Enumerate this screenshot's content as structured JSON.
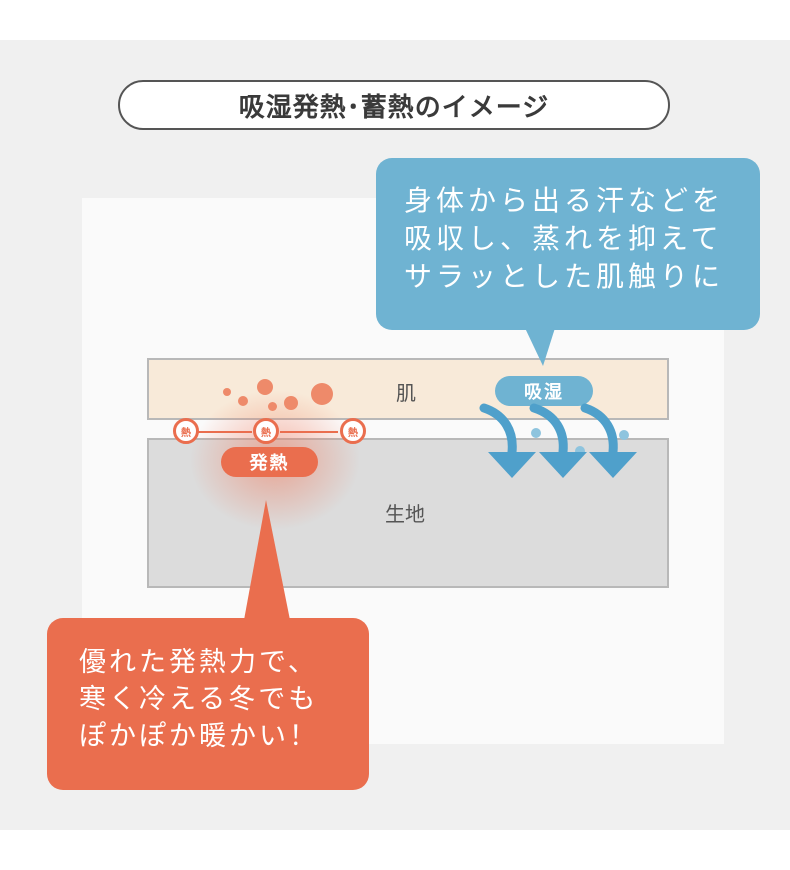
{
  "title": "吸湿発熱･蓄熱のイメージ",
  "layers": {
    "skin": "肌",
    "fabric": "生地"
  },
  "labels": {
    "moisture_absorption": "吸湿",
    "heat_generation": "発熱",
    "heat_badge": "熱"
  },
  "callouts": {
    "moisture": [
      "身体から出る汗などを",
      "吸収し、蒸れを抑えて",
      "サラッとした肌触りに"
    ],
    "heat": [
      "優れた発熱力で、",
      "寒く冷える冬でも",
      "ぽかぽか暖かい！"
    ]
  },
  "colors": {
    "heat_accent": "#ea6e4e",
    "moisture_accent": "#6fb3d2",
    "skin": "#f8ead9",
    "fabric": "#dcdcdc",
    "background": "#f0f0f0"
  }
}
